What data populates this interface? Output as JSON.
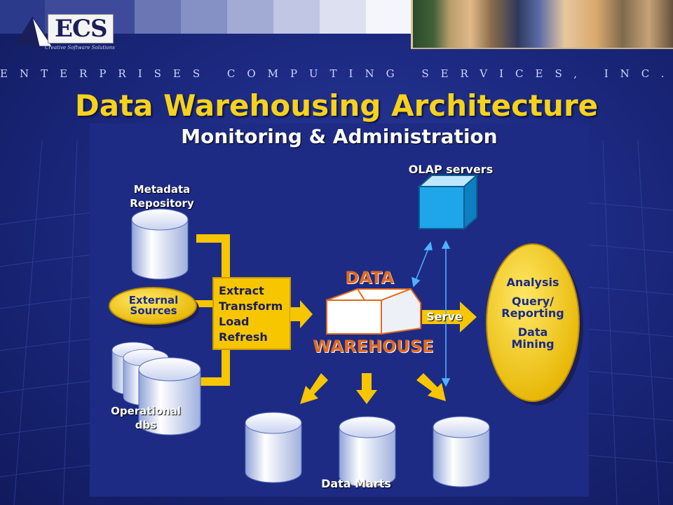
{
  "header": {
    "logo_text": "ECS",
    "logo_tagline": "Creative Software Solutions",
    "company_line": "ENTERPRISES COMPUTING SERVICES, INC."
  },
  "slide": {
    "title": "Data Warehousing Architecture",
    "subtitle": "Monitoring & Administration"
  },
  "diagram": {
    "metadata_repository": [
      "Metadata",
      "Repository"
    ],
    "external_sources": [
      "External",
      "Sources"
    ],
    "operational_dbs": [
      "Operational",
      "dbs"
    ],
    "etl_steps": [
      "Extract",
      "Transform",
      "Load",
      "Refresh"
    ],
    "warehouse_top": "DATA",
    "warehouse_bottom": "WAREHOUSE",
    "serve": "Serve",
    "olap_servers": "OLAP servers",
    "tools": [
      "Analysis",
      "Query/",
      "Reporting",
      "Data",
      "Mining"
    ],
    "data_marts": "Data Marts"
  },
  "colors": {
    "accent_yellow": "#f7c600",
    "warehouse_orange": "#e06a1e",
    "olap_cyan": "#1fa6ea",
    "background_navy": "#1c2a82"
  }
}
